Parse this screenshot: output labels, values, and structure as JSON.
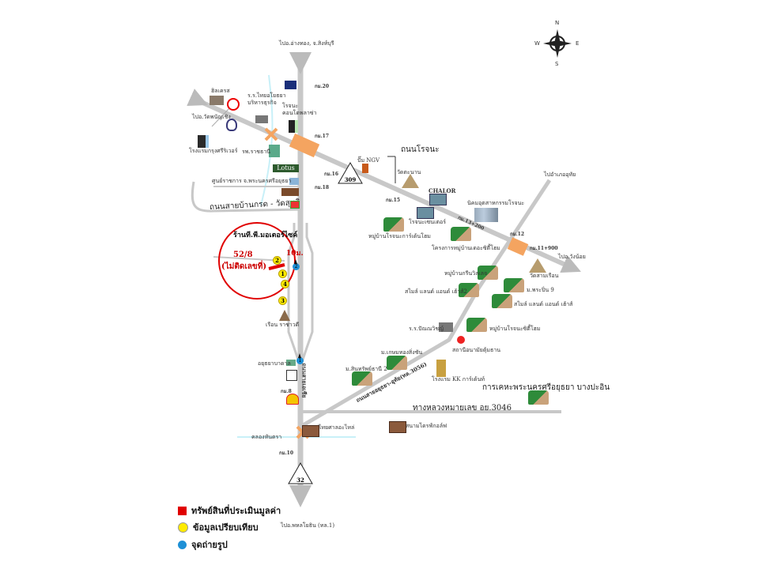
{
  "compass": {
    "n": "N",
    "s": "S",
    "e": "E",
    "w": "W"
  },
  "directions": {
    "north": "ไปอ.อ่างทอง, จ.สิงห์บุรี",
    "south": "ไปอ.พหลโยธิน (ทล.1)",
    "west": "ไปอ.วัดพนัญเชิง",
    "east": "ไปอ.วังน้อย",
    "northeast": "ไปอำเภออุทัย"
  },
  "roads": {
    "rojana": "ถนนโรจนะ",
    "ban_krot": "ถนนสายบ้านกรด - วัดสุทธิ",
    "asia": "ถนนสายเอเชีย",
    "ayutthaya_uthai": "ถนนสายอยุธยา-อุทัย(ทล.3056)",
    "hwy3046": "ทางหลวงหมายเลข อย.3046",
    "khlong": "คลองหันตรา"
  },
  "route_shields": [
    "309",
    "32"
  ],
  "km_markers": [
    "กม.20",
    "กม.17",
    "กม.16",
    "กม.18",
    "กม.15",
    "กม.13+200",
    "กม.12",
    "กม.11+900",
    "กม.8",
    "กม.10"
  ],
  "places": {
    "hillcrest": "ฮิลเครส",
    "school_thai": "ร.ร.ไทยอโยธยา\nบริหารธุรกิจ",
    "rojana_condo": "โรจนะ\nคอนโดพลาซ่า",
    "hotel_krung": "โรงแรมกรุงศรีริเวอร์",
    "hospital": "รพ.ราชธานี",
    "lotus": "Lotus",
    "govt_center": "ศูนย์ราชการ จ.พระนครศรีอยุธยา",
    "ngv": "ปั๊ม NGV",
    "wat_tanon": "วัดตะนาน",
    "chalor": "CHALOR",
    "rojana_center": "โรจนะเซนเตอร์",
    "vill_rojana_garden": "หมู่บ้านโรจนะการ์เด้นโฮม",
    "industrial": "นิคมอุตสาหกรรมโรจนะ",
    "baan_ds": "โครงการหมู่บ้านเดอะซิตี้โฮม",
    "wat_samrong": "วัดสามเรือน",
    "vill_green": "หมู่บ้านกรีนวิลเลจ",
    "smile2": "สไมล์ แลนด์ แอนด์ เฮ้าส์2",
    "prapin9": "ม.พระปิ่น 9",
    "smile": "สไมล์ แลนด์ แอนด์ เฮ้าส์",
    "school_pan": "ร.ร.ปัณณวิชญ์",
    "vill_rojana_city": "หมู่บ้านโรจนะซิตี้โฮม",
    "clinic": "สถานีอนามัยตุ้มธาน",
    "kasemsin": "ม.เกษมทองสิ่งชัน",
    "sinsap2": "ม.สินทรัพย์ธานี 2",
    "kk_hotel": "โรงแรม KK การ์เด้นท์",
    "cement": "การเคหะพระนครศรีอยุธยา บางปะอิน",
    "tp_motor": "ร้านที.พี.มอเตอร์ไซค์",
    "subject_no": "52/8",
    "subject_note": "(ไม่ติดเลขที่)",
    "distance": "10ม.",
    "ruean": "เรือน ราชาวดี",
    "ayutthaya_hospital": "อยุธยาบาดาล",
    "thai_pradit": "ไทยศาลอะไหล่",
    "sanam": "สนามไดรฟ์กอล์ฟ"
  },
  "comparables": [
    "1",
    "2",
    "3",
    "4"
  ],
  "photo_points": [
    "1",
    "2"
  ],
  "legend": {
    "subject": "ทรัพย์สินที่ประเมินมูลค่า",
    "comparable": "ข้อมูลเปรียบเทียบ",
    "photo": "จุดถ่ายรูป"
  },
  "colors": {
    "road": "#c8c8c8",
    "subject": "#e00000",
    "comparable": "#ffeb00",
    "photo": "#1e90d6",
    "interchange": "#f4a460"
  }
}
